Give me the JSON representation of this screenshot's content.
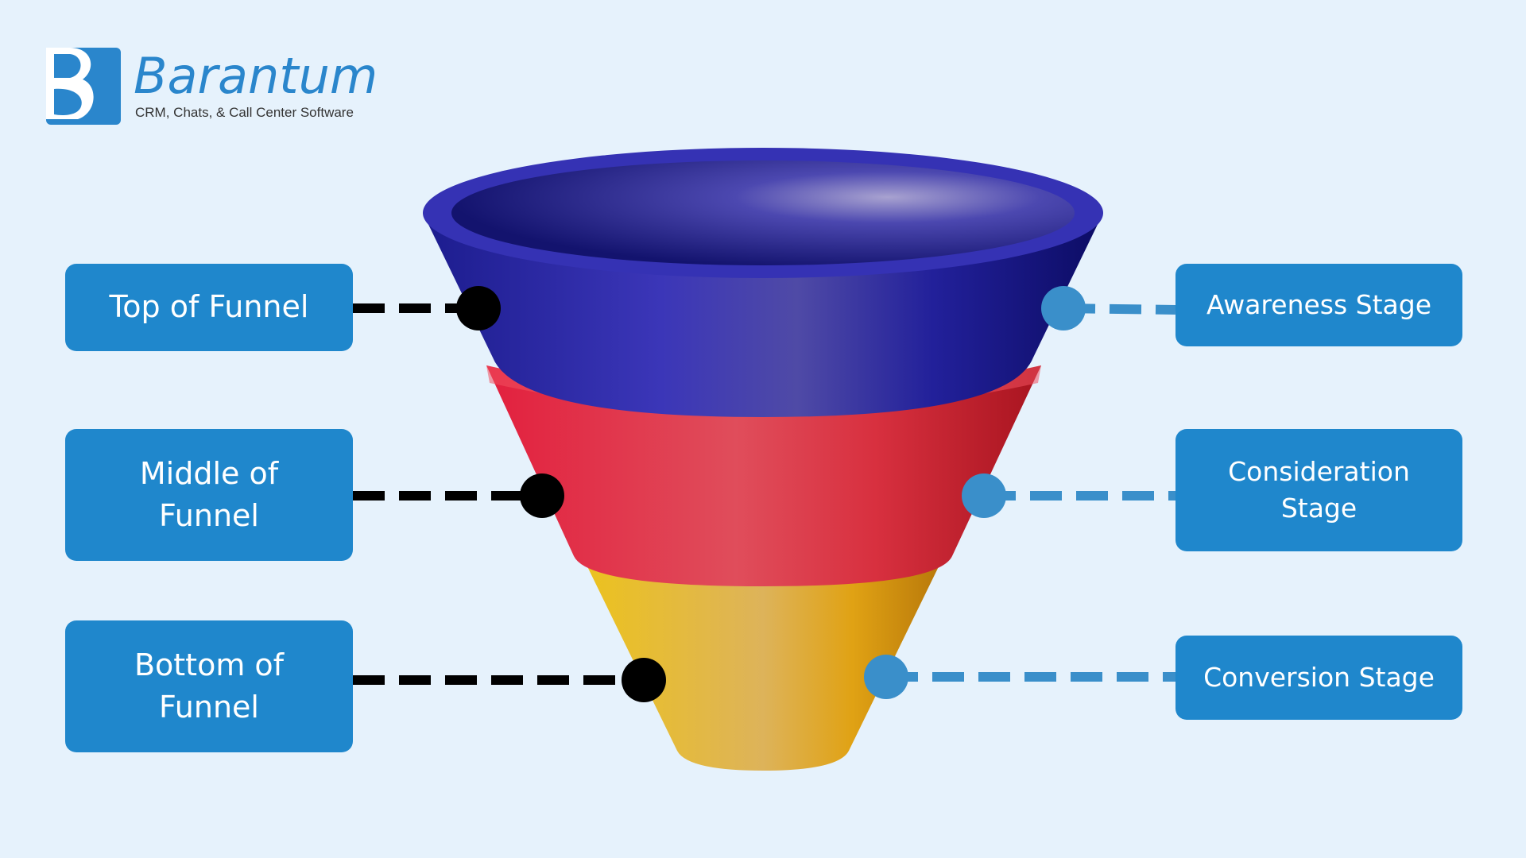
{
  "brand": {
    "name": "Barantum",
    "tagline": "CRM, Chats, & Call Center Software",
    "color": "#2a86cc"
  },
  "funnel": {
    "levels": [
      {
        "label": "Top of Funnel",
        "stage": "Awareness Stage",
        "color": "#2b2aa8"
      },
      {
        "label": "Middle of Funnel",
        "stage": "Consideration Stage",
        "color": "#e8384d"
      },
      {
        "label": "Bottom of Funnel",
        "stage": "Conversion Stage",
        "color": "#e8bc2a"
      }
    ]
  },
  "colors": {
    "background": "#e6f2fc",
    "box": "#1f87cc",
    "left_connector": "#000000",
    "right_connector": "#3a8fca"
  }
}
